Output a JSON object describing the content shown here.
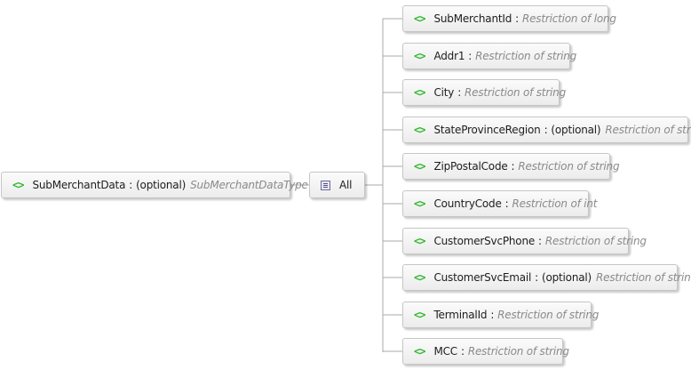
{
  "root": {
    "name": "SubMerchantData",
    "modifier": "(optional)",
    "type": "SubMerchantDataType"
  },
  "group": {
    "label": "All"
  },
  "separator": ":",
  "children": [
    {
      "name": "SubMerchantId",
      "modifier": "",
      "type": "Restriction of long"
    },
    {
      "name": "Addr1",
      "modifier": "",
      "type": "Restriction of string"
    },
    {
      "name": "City",
      "modifier": "",
      "type": "Restriction of string"
    },
    {
      "name": "StateProvinceRegion",
      "modifier": "(optional)",
      "type": "Restriction of string"
    },
    {
      "name": "ZipPostalCode",
      "modifier": "",
      "type": "Restriction of string"
    },
    {
      "name": "CountryCode",
      "modifier": "",
      "type": "Restriction of int"
    },
    {
      "name": "CustomerSvcPhone",
      "modifier": "",
      "type": "Restriction of string"
    },
    {
      "name": "CustomerSvcEmail",
      "modifier": "(optional)",
      "type": "Restriction of string"
    },
    {
      "name": "TerminalId",
      "modifier": "",
      "type": "Restriction of string"
    },
    {
      "name": "MCC",
      "modifier": "",
      "type": "Restriction of string"
    }
  ],
  "icons": {
    "element": "element-icon",
    "group": "all-compositor-icon"
  },
  "colors": {
    "element_icon": "#2eb82e",
    "type_text": "#8a8a8a",
    "connector": "#a8a8a8"
  }
}
